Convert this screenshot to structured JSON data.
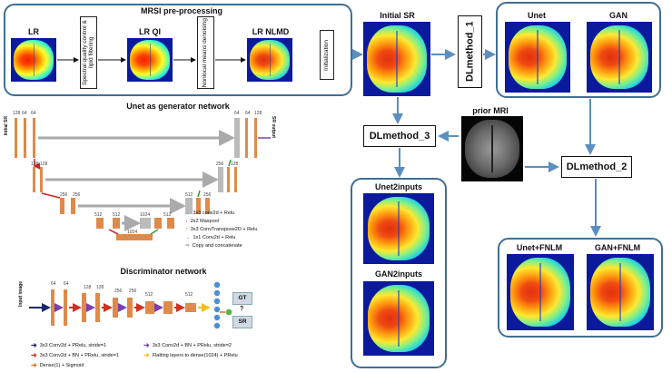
{
  "preprocessing": {
    "title": "MRSI pre-processing",
    "lr": "LR",
    "spectral_box": "Spectral quality control & lipid filtering",
    "lr_qi": "LR QI",
    "nlm_box": "Nonlocal means denoising",
    "lr_nlmd": "LR NLMD"
  },
  "initialization_box": "Initialization",
  "initial_sr": "Initial SR",
  "dlmethod1": "DLmethod_1",
  "dlmethod2": "DLmethod_2",
  "dlmethod3": "DLmethod_3",
  "prior_mri": "prior MRI",
  "outputs": {
    "unet": "Unet",
    "gan": "GAN",
    "unet2inputs": "Unet2inputs",
    "gan2inputs": "GAN2inputs",
    "unet_fnlm": "Unet+FNLM",
    "gan_fnlm": "GAN+FNLM"
  },
  "unet_network": {
    "title": "Unet as generator network",
    "input_label": "Initial SR",
    "output_label": "SR output",
    "channels_top": [
      "128",
      "64",
      "64",
      "64",
      "64",
      "128"
    ],
    "channels_l2": [
      "128",
      "128",
      "256",
      "128"
    ],
    "channels_l3": [
      "256",
      "256",
      "512",
      "256"
    ],
    "channels_l4": [
      "512",
      "512",
      "1024",
      "512"
    ],
    "channels_l5": [
      "1024"
    ],
    "legend": [
      {
        "label": "3x3 conv2d + Relu",
        "color": "#2b7bd4"
      },
      {
        "label": "2x2 Maxpool",
        "color": "#d02020"
      },
      {
        "label": "3x3 ConvTranspose2D + Relu",
        "color": "#30a030"
      },
      {
        "label": "1x1 Conv2d + Relu",
        "color": "#7a3fb0"
      },
      {
        "label": "Copy and concatenate",
        "color": "#aaaaaa"
      }
    ]
  },
  "discriminator": {
    "title": "Discriminator network",
    "input_label": "Input image",
    "channels": [
      "64",
      "64",
      "128",
      "128",
      "256",
      "256",
      "512",
      "512"
    ],
    "gt": "GT",
    "sr": "SR",
    "question": "?",
    "legend": [
      {
        "label": "3x3 Conv2d + PRelu, stride=1",
        "color": "#1a2a6c"
      },
      {
        "label": "3x3 Conv2d + BN + PRelu, stride=2",
        "color": "#7a3fb0"
      },
      {
        "label": "3x3 Conv2d + BN + PRelu, stride=1",
        "color": "#d03020"
      },
      {
        "label": "Flatting layers to dense(1024) + PRelu",
        "color": "#f0c020"
      },
      {
        "label": "Dense(1) + Sigmoid",
        "color": "#e07020"
      }
    ]
  },
  "colors": {
    "panel_border": "#3f6f93",
    "arrow": "#5b8fc2",
    "orange_block": "#e08a4a"
  }
}
